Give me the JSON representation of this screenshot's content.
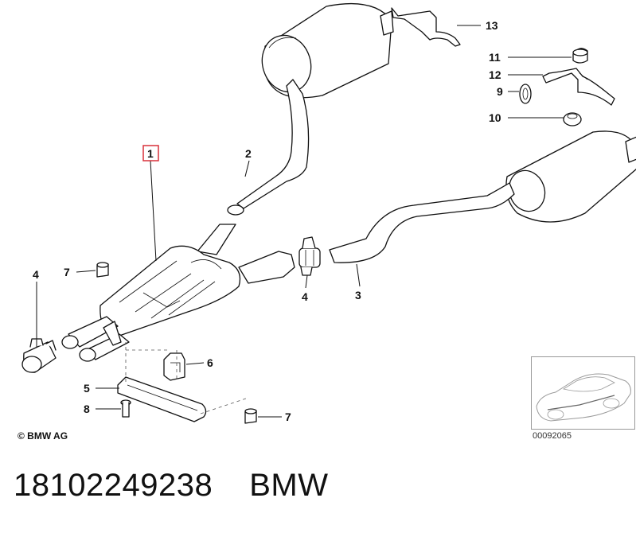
{
  "callouts": {
    "c1": "1",
    "c2": "2",
    "c3": "3",
    "c4a": "4",
    "c4b": "4",
    "c5": "5",
    "c6": "6",
    "c7a": "7",
    "c7b": "7",
    "c8": "8",
    "c9": "9",
    "c10": "10",
    "c11": "11",
    "c12": "12",
    "c13": "13"
  },
  "highlight_color": "#d9303a",
  "copyright": "© BMW AG",
  "reference_number": "00092065",
  "footer": {
    "part_number": "18102249238",
    "brand": "BMW"
  }
}
